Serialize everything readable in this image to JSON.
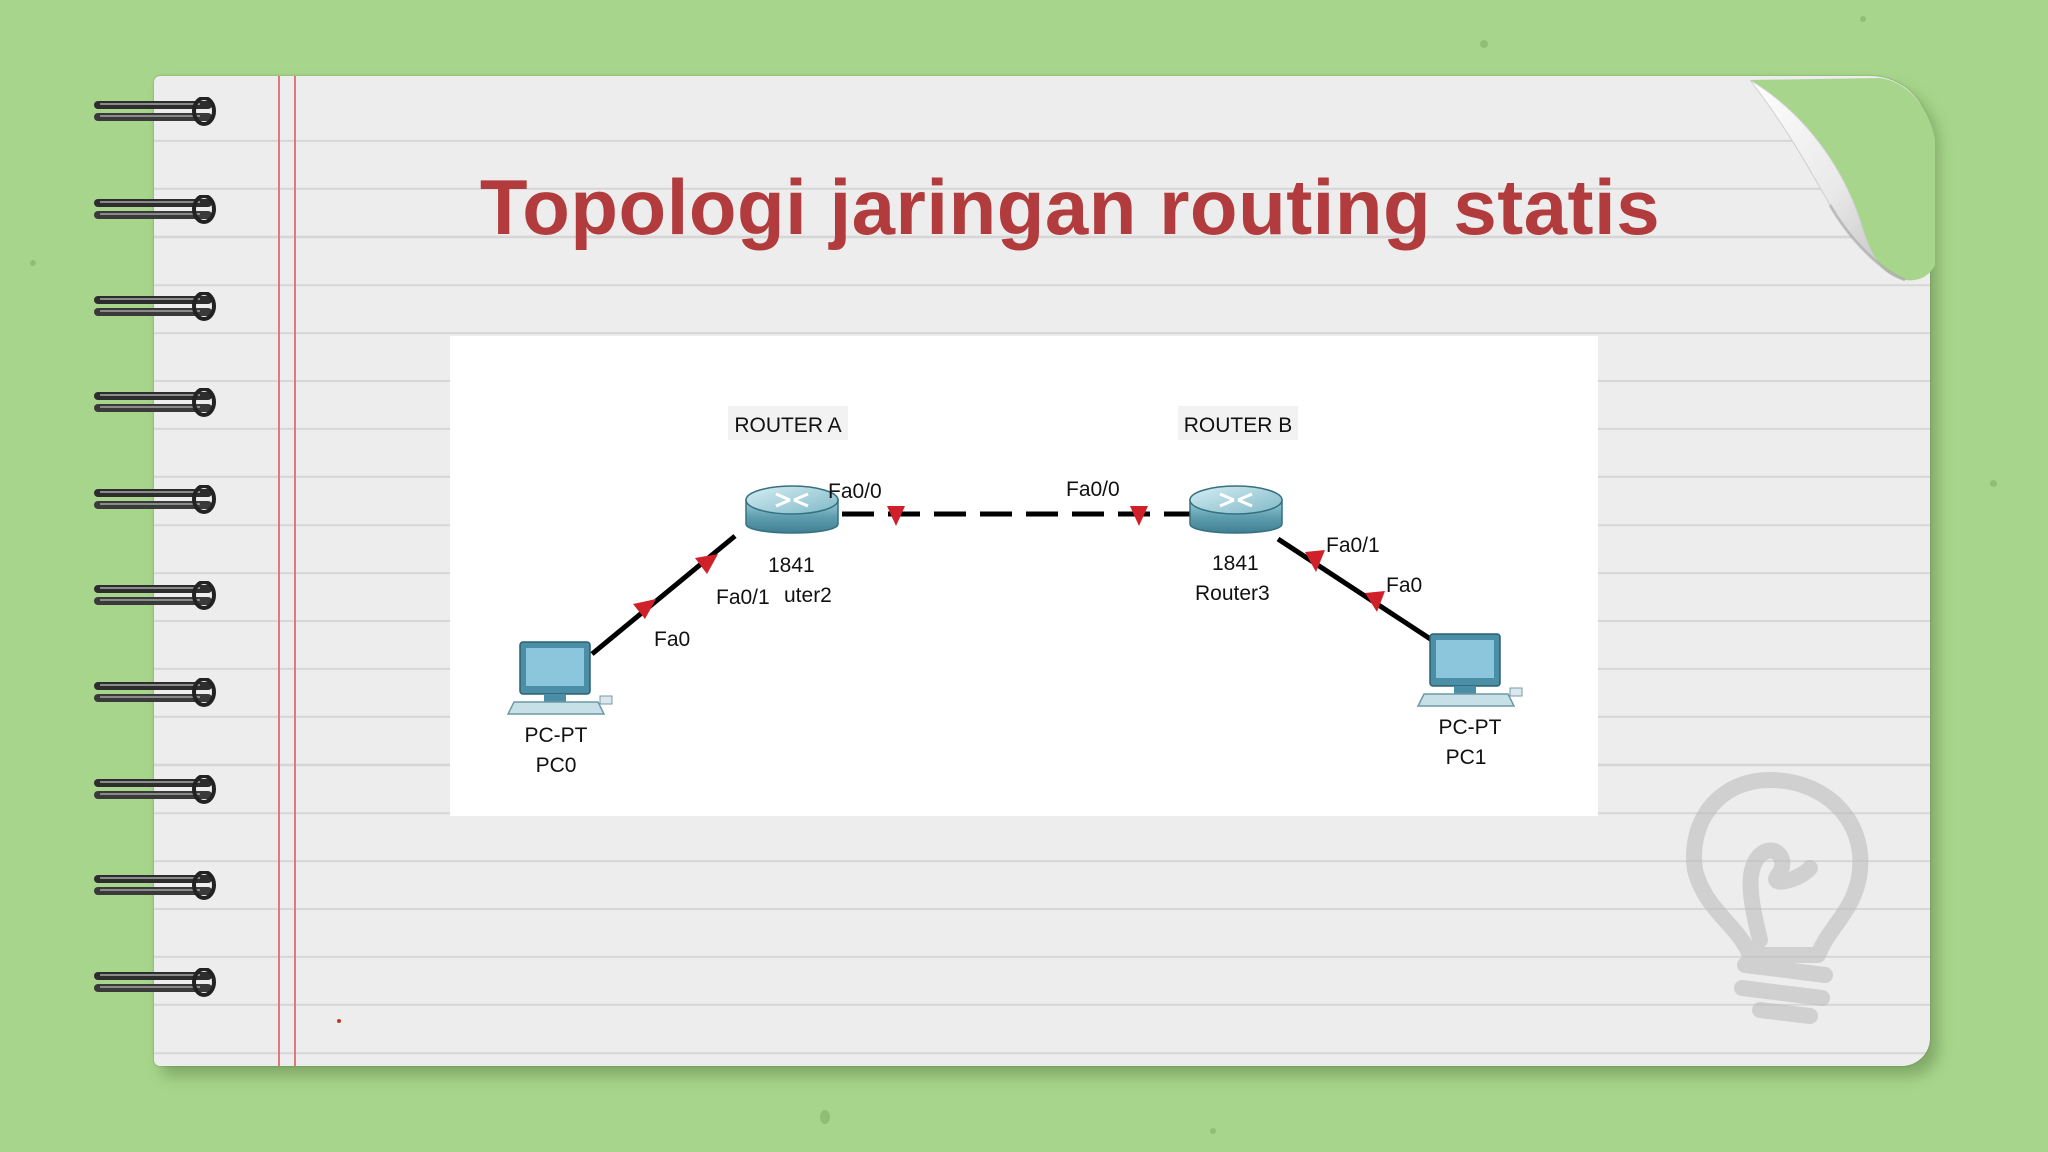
{
  "slide": {
    "title": "Topologi jaringan routing statis"
  },
  "topology": {
    "routers": [
      {
        "header": "ROUTER A",
        "model": "1841",
        "name": "uter2"
      },
      {
        "header": "ROUTER B",
        "model": "1841",
        "name": "Router3"
      }
    ],
    "pcs": [
      {
        "type": "PC-PT",
        "name": "PC0"
      },
      {
        "type": "PC-PT",
        "name": "PC1"
      }
    ],
    "interfaces": {
      "pc0": "Fa0",
      "router_a_lan": "Fa0/1",
      "router_a_wan": "Fa0/0",
      "router_b_wan": "Fa0/0",
      "router_b_lan": "Fa0/1",
      "pc1": "Fa0"
    },
    "links": [
      {
        "from": "PC0",
        "to": "ROUTER A",
        "style": "solid"
      },
      {
        "from": "ROUTER A",
        "to": "ROUTER B",
        "style": "dashed"
      },
      {
        "from": "ROUTER B",
        "to": "PC1",
        "style": "solid"
      }
    ]
  },
  "colors": {
    "background": "#a7d58b",
    "paper": "#ededed",
    "title": "#b23b3d",
    "link_marker": "#d0202a",
    "router": "#5f9fb0",
    "pc_screen": "#8cc6dd"
  },
  "icons": [
    "spiral-ring-icon",
    "page-curl-icon",
    "router-icon",
    "pc-icon",
    "lightbulb-icon"
  ]
}
